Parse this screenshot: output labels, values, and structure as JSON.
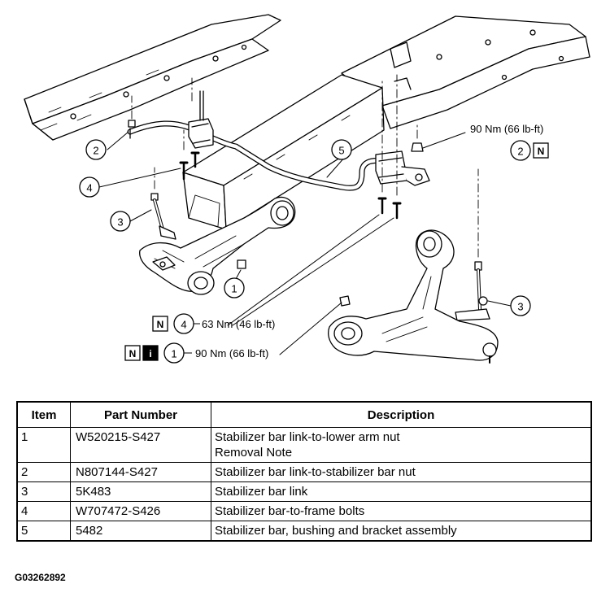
{
  "callouts": {
    "torque_top": "90 Nm (66 lb-ft)",
    "torque_mid": "63 Nm (46 lb-ft)",
    "torque_bottom": "90 Nm (66 lb-ft)",
    "n_symbol": "N",
    "i_symbol": "i",
    "numbers": {
      "item1": "1",
      "item2": "2",
      "item3": "3",
      "item4": "4",
      "item5": "5"
    }
  },
  "table": {
    "headers": {
      "item": "Item",
      "part_number": "Part Number",
      "description": "Description"
    },
    "rows": [
      {
        "item": "1",
        "part_number": "W520215-S427",
        "description": [
          "Stabilizer bar link-to-lower arm nut",
          "Removal Note"
        ]
      },
      {
        "item": "2",
        "part_number": "N807144-S427",
        "description": [
          "Stabilizer bar link-to-stabilizer bar nut"
        ]
      },
      {
        "item": "3",
        "part_number": "5K483",
        "description": [
          "Stabilizer bar link"
        ]
      },
      {
        "item": "4",
        "part_number": "W707472-S426",
        "description": [
          "Stabilizer bar-to-frame bolts"
        ]
      },
      {
        "item": "5",
        "part_number": "5482",
        "description": [
          "Stabilizer bar, bushing and bracket assembly"
        ]
      }
    ]
  },
  "figure_id": "G03262892"
}
